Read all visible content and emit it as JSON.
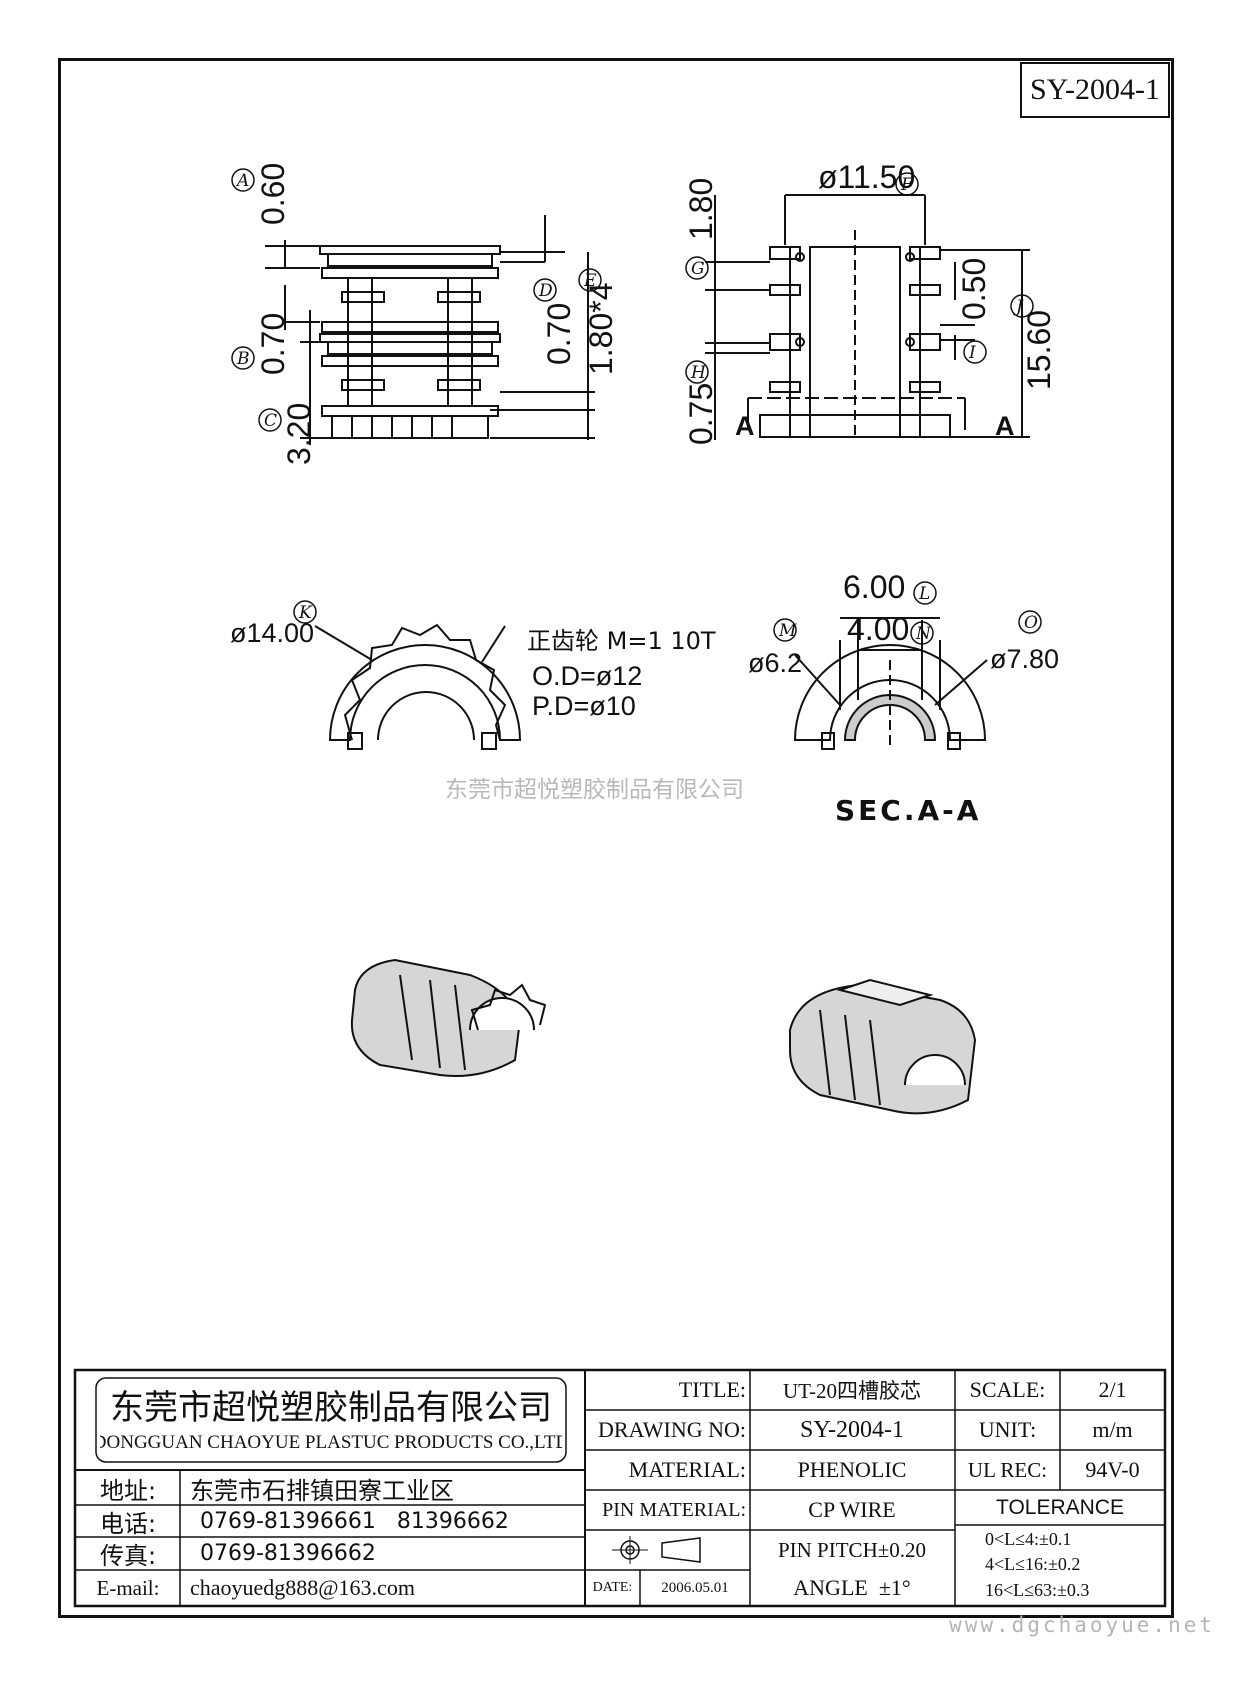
{
  "drawing_number_tag": "SY-2004-1",
  "watermark": "东莞市超悦塑胶制品有限公司",
  "website": "www.dgchaoyue.net",
  "dimensions": {
    "front": {
      "d060": "0.60",
      "d070b": "0.70",
      "d320": "3.20",
      "d070d": "0.70",
      "d180x4": "1.80*4",
      "A": "A",
      "B": "B",
      "C": "C",
      "D": "D",
      "E": "E"
    },
    "side": {
      "d1150": "ø11.50",
      "d180": "1.80",
      "d075": "0.75",
      "d050": "0.50",
      "d1560": "15.60",
      "F": "F",
      "G": "G",
      "H": "H",
      "I": "I",
      "J": "J",
      "section_mark": "A"
    },
    "gear": {
      "d1400": "ø14.00",
      "K": "K",
      "gear_label": "正齿轮 M=1 10T",
      "od": "O.D=ø12",
      "pd": "P.D=ø10"
    },
    "section": {
      "d600": "6.00",
      "d400": "4.00",
      "d62": "ø6.2",
      "d780": "ø7.80",
      "L": "L",
      "M": "M",
      "N": "N",
      "O": "O",
      "title": "SEC.A-A"
    }
  },
  "title_block": {
    "company_cn": "东莞市超悦塑胶制品有限公司",
    "company_en": "DONGGUAN CHAOYUE PLASTUC PRODUCTS CO.,LTD",
    "address_label": "地址:",
    "address": "东莞市石排镇田寮工业区",
    "phone_label": "电话:",
    "phone": "0769-81396661   81396662",
    "fax_label": "传真:",
    "fax": "0769-81396662",
    "email_label": "E-mail:",
    "email": "chaoyuedg888@163.com",
    "title_label": "TITLE:",
    "title": "UT-20四槽胶芯",
    "drawing_no_label": "DRAWING NO:",
    "drawing_no": "SY-2004-1",
    "material_label": "MATERIAL:",
    "material": "PHENOLIC",
    "pin_material_label": "PIN MATERIAL:",
    "pin_material": "CP WIRE",
    "date_label": "DATE:",
    "date": "2006.05.01",
    "pin_pitch": "PIN PITCH±0.20",
    "angle": "ANGLE  ±1°",
    "scale_label": "SCALE:",
    "scale": "2/1",
    "unit_label": "UNIT:",
    "unit": "m/m",
    "ul_label": "UL REC:",
    "ul": "94V-0",
    "tolerance_label": "TOLERANCE",
    "tol1": "0<L≤4:±0.1",
    "tol2": "4<L≤16:±0.2",
    "tol3": "16<L≤63:±0.3"
  }
}
